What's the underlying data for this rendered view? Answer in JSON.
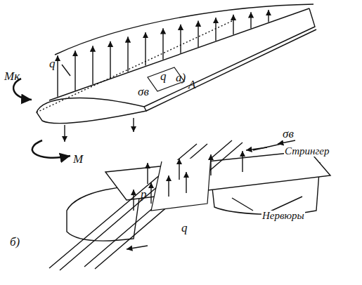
{
  "diagram": {
    "labels": [
      "q",
      "Mк",
      "σв",
      "q",
      "A",
      "M",
      "а)",
      "σв",
      "Стрингер",
      "б)",
      "p",
      "q",
      "Нервюры"
    ]
  }
}
